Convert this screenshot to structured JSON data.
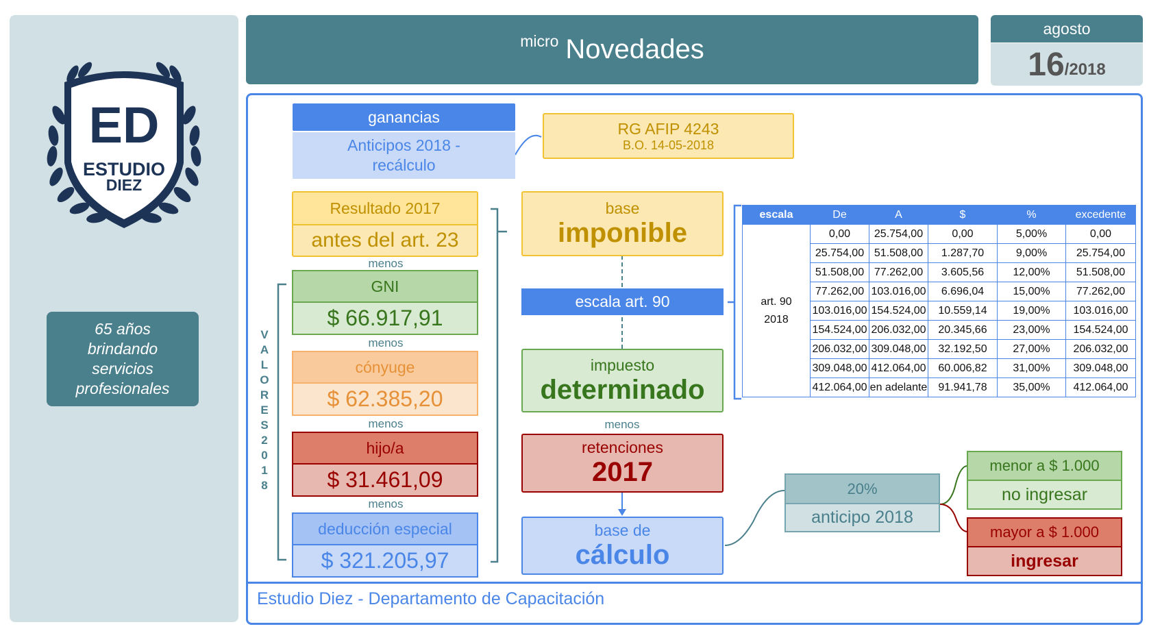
{
  "header": {
    "micro": "micro",
    "title": "Novedades",
    "month": "agosto",
    "day": "16",
    "year": "/2018"
  },
  "sidebar": {
    "logo": {
      "monogram": "ED",
      "line1": "ESTUDIO",
      "line2": "DIEZ"
    },
    "tagline": [
      "65 años",
      "brindando",
      "servicios",
      "profesionales"
    ]
  },
  "topic": {
    "category": "ganancias",
    "title_line1": "Anticipos 2018 -",
    "title_line2": "recálculo"
  },
  "rg": {
    "title": "RG AFIP 4243",
    "subtitle": "B.O. 14-05-2018"
  },
  "resultado": {
    "top": "Resultado 2017",
    "bottom": "antes del art. 23"
  },
  "menos": "menos",
  "deductions_label": "VALORES 2018",
  "deductions": [
    {
      "label": "GNI",
      "value": "$ 66.917,91"
    },
    {
      "label": "cónyuge",
      "value": "$ 62.385,20"
    },
    {
      "label": "hijo/a",
      "value": "$ 31.461,09"
    },
    {
      "label": "deducción especial",
      "value": "$ 321.205,97"
    }
  ],
  "flow": {
    "base": {
      "top": "base",
      "bottom": "imponible"
    },
    "escala": "escala art. 90",
    "impuesto": {
      "top": "impuesto",
      "bottom": "determinado"
    },
    "retenciones": {
      "top": "retenciones",
      "bottom": "2017"
    },
    "calculo": {
      "top": "base de",
      "bottom": "cálculo"
    }
  },
  "anticipo": {
    "top": "20%",
    "bottom": "anticipo 2018"
  },
  "menor": {
    "top": "menor a $ 1.000",
    "bottom": "no ingresar"
  },
  "mayor": {
    "top": "mayor a $ 1.000",
    "bottom": "ingresar"
  },
  "table": {
    "headers": [
      "escala",
      "De",
      "A",
      "$",
      "%",
      "excedente"
    ],
    "row_label_line1": "art. 90",
    "row_label_line2": "2018",
    "rows": [
      [
        "0,00",
        "25.754,00",
        "0,00",
        "5,00%",
        "0,00"
      ],
      [
        "25.754,00",
        "51.508,00",
        "1.287,70",
        "9,00%",
        "25.754,00"
      ],
      [
        "51.508,00",
        "77.262,00",
        "3.605,56",
        "12,00%",
        "51.508,00"
      ],
      [
        "77.262,00",
        "103.016,00",
        "6.696,04",
        "15,00%",
        "77.262,00"
      ],
      [
        "103.016,00",
        "154.524,00",
        "10.559,14",
        "19,00%",
        "103.016,00"
      ],
      [
        "154.524,00",
        "206.032,00",
        "20.345,66",
        "23,00%",
        "154.524,00"
      ],
      [
        "206.032,00",
        "309.048,00",
        "32.192,50",
        "27,00%",
        "206.032,00"
      ],
      [
        "309.048,00",
        "412.064,00",
        "60.006,82",
        "31,00%",
        "309.048,00"
      ],
      [
        "412.064,00",
        "en adelante",
        "91.941,78",
        "35,00%",
        "412.064,00"
      ]
    ]
  },
  "footer": "Estudio Diez - Departamento de Capacitación",
  "colors": {
    "teal": "#4a7f8c",
    "blue": "#4a86e8",
    "yellow": "#fce8b2",
    "green": "#d9ead3",
    "orange": "#fce5cd",
    "red": "#e6b8af"
  }
}
